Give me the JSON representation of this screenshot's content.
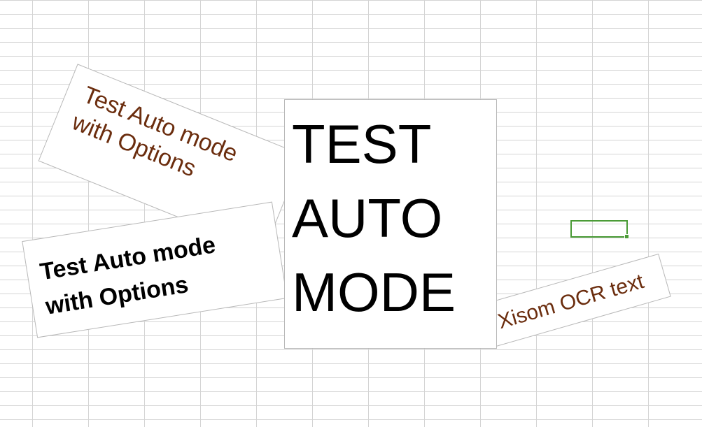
{
  "text_boxes": {
    "brown_rotated": {
      "line1": "Test Auto mode",
      "line2": "with Options",
      "color": "#6b2d0e"
    },
    "bold_rotated": {
      "line1": "Test Auto mode",
      "line2": "with Options",
      "color": "#000000"
    },
    "large": {
      "line1": "TEST",
      "line2": "AUTO",
      "line3": "MODE",
      "color": "#000000"
    },
    "ocr": {
      "line1": "Xisom OCR text",
      "color": "#6b2d0e"
    }
  },
  "colors": {
    "gridline": "#d4d4d4",
    "selection": "#4a9b36",
    "shape_border": "#b8b8b8"
  }
}
